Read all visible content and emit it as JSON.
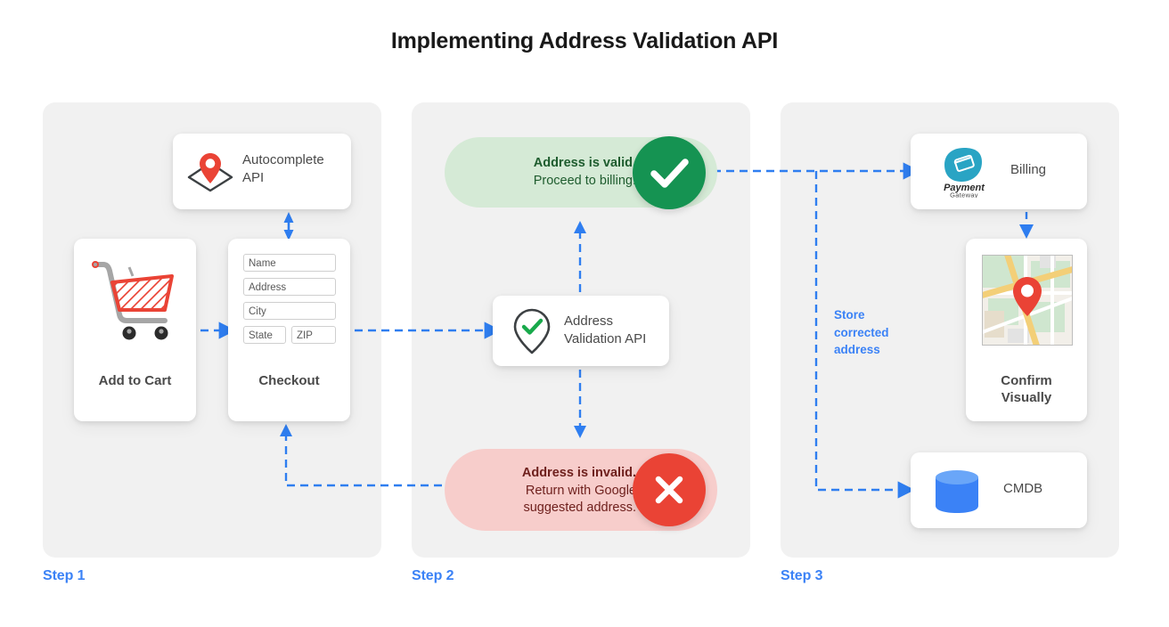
{
  "page": {
    "title": "Implementing Address Validation API",
    "background": "#ffffff",
    "accent_blue": "#3b82f6",
    "panel_bg": "#f1f1f1"
  },
  "steps": [
    {
      "label": "Step 1"
    },
    {
      "label": "Step 2"
    },
    {
      "label": "Step 3"
    }
  ],
  "step1": {
    "autocomplete": {
      "label": "Autocomplete\nAPI",
      "icon": "map-pin-diamond-icon"
    },
    "cart": {
      "label": "Add to Cart",
      "icon": "shopping-cart-icon"
    },
    "checkout": {
      "label": "Checkout",
      "fields": [
        {
          "name": "name",
          "placeholder": "Name"
        },
        {
          "name": "address",
          "placeholder": "Address"
        },
        {
          "name": "city",
          "placeholder": "City"
        },
        {
          "name": "state",
          "placeholder": "State"
        },
        {
          "name": "zip",
          "placeholder": "ZIP"
        }
      ]
    }
  },
  "step2": {
    "valid": {
      "headline": "Address is valid.",
      "detail": "Proceed to billing.",
      "icon": "check-circle-icon",
      "pill_color": "#d5ead6",
      "circle_color": "#159352",
      "text_color": "#1e5c2e"
    },
    "invalid": {
      "headline": "Address is invalid.",
      "detail": "Return with Google\nsuggested address.",
      "icon": "x-circle-icon",
      "pill_color": "#f7cdcb",
      "circle_color": "#ea4335",
      "text_color": "#6e1f1c"
    },
    "validation_api": {
      "label": "Address\nValidation API",
      "icon": "pin-check-icon"
    }
  },
  "step3": {
    "billing": {
      "label": "Billing",
      "logo_primary": "Payment",
      "logo_secondary": "Gateway",
      "icon": "payment-gateway-icon",
      "logo_color": "#29a4c4"
    },
    "confirm": {
      "label": "Confirm\nVisually",
      "icon": "map-thumbnail-icon"
    },
    "cmdb": {
      "label": "CMDB",
      "icon": "database-icon",
      "icon_color": "#3b82f6"
    },
    "store_note": "Store\ncorrected\naddress"
  }
}
